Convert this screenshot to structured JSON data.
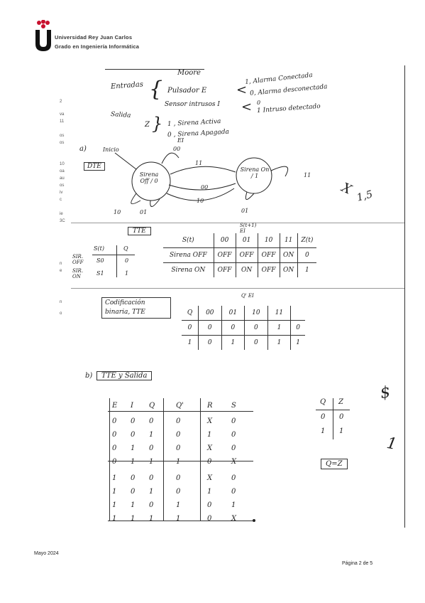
{
  "header": {
    "university": "Universidad Rey Juan Carlos",
    "degree": "Grado en Ingeniería Informática"
  },
  "handwritten": {
    "title": "Moore",
    "entradas": "Entradas",
    "pulsador": "Pulsador E",
    "pulsador_1": "1, Alarma Conectada",
    "pulsador_0": "0, Alarma desconectada",
    "sensor": "Sensor intrusos I",
    "sensor_0": "0",
    "sensor_1": "1 Intruso detectado",
    "salida": "Salida",
    "z": "Z",
    "z_1": "1 , Sirena Activa",
    "z_0": "0 , Sirena Apagada",
    "part_a": "a)",
    "inicio": "Inicio",
    "dte": "DTE",
    "state_off": "Sirena Off / 0",
    "state_on": "Sirena On / 1",
    "ei": "EI",
    "lbl_00": "00",
    "lbl_11_top": "11",
    "lbl_00_mid": "00",
    "lbl_10_mid": "10",
    "lbl_11_right": "11",
    "lbl_10_left": "10",
    "lbl_01_left": "01",
    "lbl_01_right": "01",
    "margin_x": "X",
    "margin_score": "1,5",
    "tte": "TTE",
    "codif": "Codificación binaria, TTE",
    "part_b": "b)",
    "tt_salida": "TTE y Salida",
    "q_eq_z": "Q=Z",
    "margin_mark2": "$",
    "margin_mark3": "1"
  },
  "tte_small": {
    "headers": [
      "S(t)",
      "Q"
    ],
    "rows": [
      {
        "label": "SIR. OFF",
        "s": "S0",
        "q": "0"
      },
      {
        "label": "SIR. ON",
        "s": "S1",
        "q": "1"
      }
    ]
  },
  "tte_big": {
    "headers": [
      "S(t)",
      "00",
      "01",
      "10",
      "11",
      "Z(t)"
    ],
    "super": "S(t+1) EI",
    "rows": [
      [
        "Sirena OFF",
        "OFF",
        "OFF",
        "OFF",
        "ON",
        "0"
      ],
      [
        "Sirena ON",
        "OFF",
        "ON",
        "OFF",
        "ON",
        "1"
      ]
    ]
  },
  "tte_bin": {
    "super": "Q' EI",
    "headers": [
      "Q",
      "00",
      "01",
      "10",
      "11",
      ""
    ],
    "rows": [
      [
        "0",
        "0",
        "0",
        "0",
        "1",
        "0"
      ],
      [
        "1",
        "0",
        "1",
        "0",
        "1",
        "1"
      ]
    ]
  },
  "truth": {
    "headers": [
      "E",
      "I",
      "Q",
      "Q'",
      "R",
      "S"
    ],
    "rows": [
      [
        "0",
        "0",
        "0",
        "0",
        "X",
        "0"
      ],
      [
        "0",
        "0",
        "1",
        "0",
        "1",
        "0"
      ],
      [
        "0",
        "1",
        "0",
        "0",
        "X",
        "0"
      ],
      [
        "0",
        "1",
        "1",
        "1",
        "0",
        "X"
      ],
      [
        "1",
        "0",
        "0",
        "0",
        "X",
        "0"
      ],
      [
        "1",
        "0",
        "1",
        "0",
        "1",
        "0"
      ],
      [
        "1",
        "1",
        "0",
        "1",
        "0",
        "1"
      ],
      [
        "1",
        "1",
        "1",
        "1",
        "0",
        "X"
      ]
    ]
  },
  "qz": {
    "headers": [
      "Q",
      "Z"
    ],
    "rows": [
      [
        "0",
        "0"
      ],
      [
        "1",
        "1"
      ]
    ]
  },
  "margin_left": [
    "2",
    "va",
    "11",
    "os",
    "os",
    "10",
    "oa",
    "au",
    "os",
    "iv",
    "c",
    "ie",
    "3C",
    "n",
    "e",
    "n",
    "o"
  ],
  "footer": {
    "date": "Mayo 2024",
    "page": "Página 2 de 5"
  }
}
